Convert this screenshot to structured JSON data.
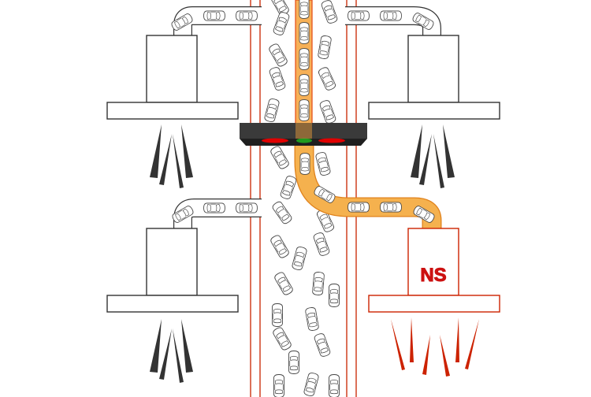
{
  "colors": {
    "background": "#ffffff",
    "outline": "#333333",
    "highway_edge": "#cc3311",
    "highlight_fill": "#f5a23a",
    "highlight_stroke": "#e0821c",
    "highlight_lane": "#e8541e",
    "active_red": "#cc2200",
    "device_body": "#3a3a3a",
    "device_dark": "#1f1f1f",
    "signal_red": "#e00000",
    "signal_green": "#1f9a1f",
    "logo": "#cc1111"
  },
  "logo": {
    "text": "NS",
    "icon": "ns-logo-icon"
  },
  "pipes": [
    {
      "name": "pipe-top-left",
      "highlighted": false
    },
    {
      "name": "pipe-top-right",
      "highlighted": false
    },
    {
      "name": "pipe-mid-left",
      "highlighted": false
    },
    {
      "name": "pipe-mid-right",
      "highlighted": true
    }
  ],
  "buildings": [
    {
      "name": "server-top-left",
      "active": false
    },
    {
      "name": "server-top-right",
      "active": false
    },
    {
      "name": "server-bottom-left",
      "active": false
    },
    {
      "name": "server-bottom-right",
      "active": true
    }
  ]
}
